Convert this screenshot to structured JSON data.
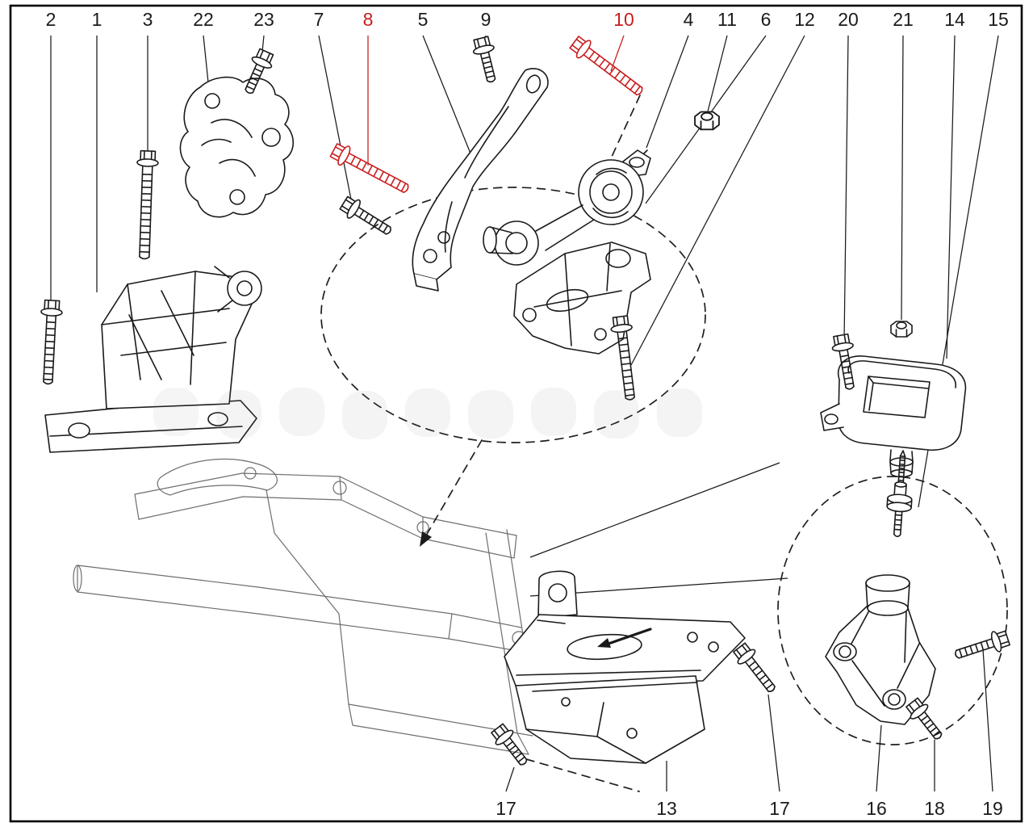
{
  "diagram": {
    "type": "exploded-parts-diagram",
    "subject": "Engine / gearbox mounting components with numbered callouts",
    "colors": {
      "line": "#1a1a1a",
      "highlight": "#c81e1e",
      "frame": "#000000",
      "background": "#ffffff",
      "subframe_line": "#6e6e6e"
    },
    "callouts_top": [
      {
        "label": "2",
        "highlighted": false
      },
      {
        "label": "1",
        "highlighted": false
      },
      {
        "label": "3",
        "highlighted": false
      },
      {
        "label": "22",
        "highlighted": false
      },
      {
        "label": "23",
        "highlighted": false
      },
      {
        "label": "7",
        "highlighted": false
      },
      {
        "label": "8",
        "highlighted": true
      },
      {
        "label": "5",
        "highlighted": false
      },
      {
        "label": "9",
        "highlighted": false
      },
      {
        "label": "10",
        "highlighted": true
      },
      {
        "label": "4",
        "highlighted": false
      },
      {
        "label": "11",
        "highlighted": false
      },
      {
        "label": "6",
        "highlighted": false
      },
      {
        "label": "12",
        "highlighted": false
      },
      {
        "label": "20",
        "highlighted": false
      },
      {
        "label": "21",
        "highlighted": false
      },
      {
        "label": "14",
        "highlighted": false
      },
      {
        "label": "15",
        "highlighted": false
      }
    ],
    "callouts_bottom": [
      {
        "label": "17"
      },
      {
        "label": "13"
      },
      {
        "label": "17"
      },
      {
        "label": "16"
      },
      {
        "label": "18"
      },
      {
        "label": "19"
      }
    ],
    "parts": [
      {
        "callout": "1",
        "kind": "engine-mount-bracket"
      },
      {
        "callout": "2",
        "kind": "flange-bolt"
      },
      {
        "callout": "3",
        "kind": "flange-bolt-long"
      },
      {
        "callout": "4",
        "kind": "torque-rod-mount"
      },
      {
        "callout": "5",
        "kind": "support-bracket"
      },
      {
        "callout": "6",
        "kind": "torque-rod"
      },
      {
        "callout": "7",
        "kind": "flange-bolt"
      },
      {
        "callout": "8",
        "kind": "flange-bolt",
        "highlighted": true
      },
      {
        "callout": "9",
        "kind": "flange-bolt"
      },
      {
        "callout": "10",
        "kind": "flange-bolt",
        "highlighted": true
      },
      {
        "callout": "11",
        "kind": "flange-nut"
      },
      {
        "callout": "12",
        "kind": "bracket"
      },
      {
        "callout": "13",
        "kind": "rear-mount-bracket"
      },
      {
        "callout": "14",
        "kind": "gearbox-mount"
      },
      {
        "callout": "15",
        "kind": "stud"
      },
      {
        "callout": "16",
        "kind": "mount-bracket"
      },
      {
        "callout": "17",
        "kind": "flange-bolt"
      },
      {
        "callout": "18",
        "kind": "flange-bolt"
      },
      {
        "callout": "19",
        "kind": "flange-bolt"
      },
      {
        "callout": "20",
        "kind": "flange-bolt"
      },
      {
        "callout": "21",
        "kind": "flange-nut"
      },
      {
        "callout": "22",
        "kind": "bracket"
      },
      {
        "callout": "23",
        "kind": "flange-bolt"
      }
    ]
  }
}
